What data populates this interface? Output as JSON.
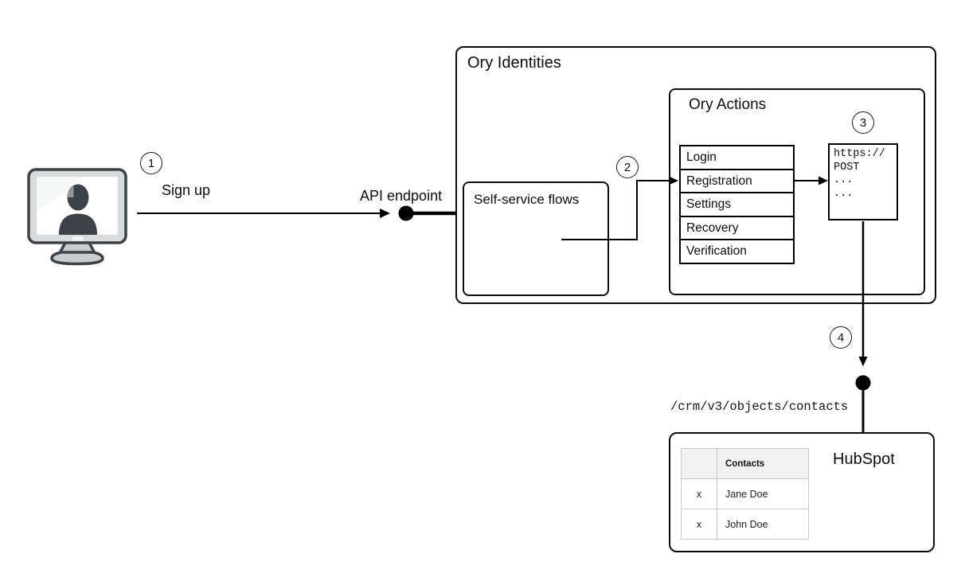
{
  "colors": {
    "background": "#ffffff",
    "line": "#000000",
    "box_border": "#0d0d0d",
    "text": "#111111",
    "table_border": "#c9c9c9",
    "table_header_bg": "#f2f2f2",
    "monitor_frame": "#d8dadb",
    "silhouette": "#3b4146"
  },
  "icons": {
    "client": "user-terminal-icon",
    "api_endpoint_marker": "filled-circle-node",
    "hubspot_endpoint_marker": "filled-circle-node"
  },
  "steps": {
    "one": "1",
    "two": "2",
    "three": "3",
    "four": "4"
  },
  "client_flow": {
    "signup_label": "Sign up",
    "api_endpoint_label": "API endpoint"
  },
  "ory_identities": {
    "title": "Ory Identities",
    "self_service_flows": {
      "title": "Self-service flows"
    },
    "ory_actions": {
      "title": "Ory Actions",
      "flows": [
        "Login",
        "Registration",
        "Settings",
        "Recovery",
        "Verification"
      ],
      "webhook_snippet": [
        "https://",
        "POST",
        "...",
        "..."
      ]
    }
  },
  "hubspot": {
    "title": "HubSpot",
    "api_path": "/crm/v3/objects/contacts",
    "contacts_table": {
      "action_column_header": "",
      "name_column_header": "Contacts",
      "rows": [
        {
          "action": "x",
          "name": "Jane Doe"
        },
        {
          "action": "x",
          "name": "John Doe"
        }
      ]
    }
  }
}
